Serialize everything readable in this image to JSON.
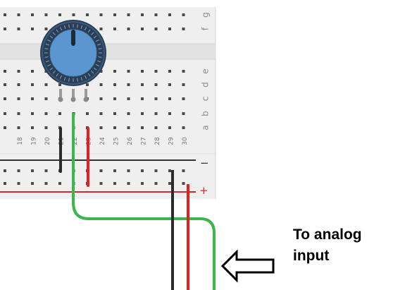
{
  "breadboard": {
    "row_letters_top": [
      "g",
      "f"
    ],
    "row_letters_bottom": [
      "e",
      "d",
      "c",
      "b",
      "a"
    ],
    "column_numbers": [
      "18",
      "19",
      "20",
      "21",
      "22",
      "23",
      "24",
      "25",
      "26",
      "27",
      "28",
      "29",
      "30"
    ],
    "rail_minus": "−",
    "rail_plus": "+"
  },
  "annotation": {
    "line1": "To analog",
    "line2": "input",
    "arrow_icon": "hollow-left-arrow-icon"
  },
  "colors": {
    "board": "#eeeeee",
    "hole": "#4a4a4a",
    "knob_face": "#5b96d0",
    "knob_ring": "#2a3e55",
    "wire_green": "#3cb54a",
    "wire_black": "#2b2b2b",
    "wire_red": "#e2201f",
    "rail_red": "#d02a2a",
    "rail_black": "#333333"
  }
}
